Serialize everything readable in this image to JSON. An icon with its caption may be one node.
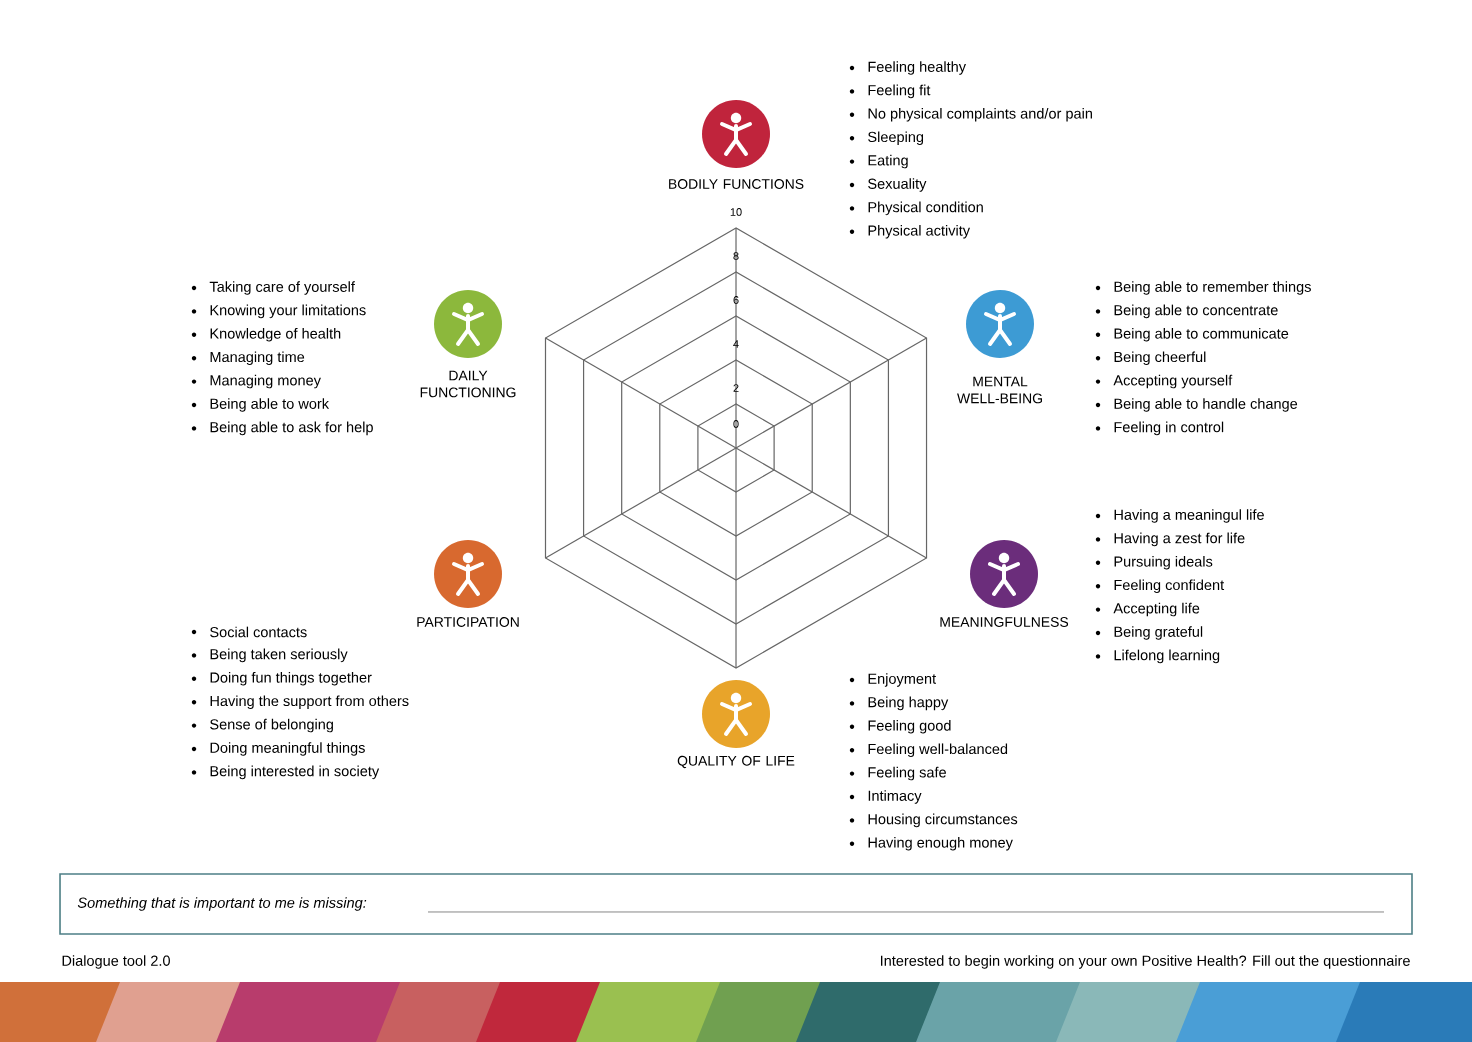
{
  "diagram": {
    "nodes": [
      {
        "text": [
          "BODILY FUNCTIONS"
        ],
        "beside": [
          "Feeling healthy",
          "Feeling fit",
          "No physical complaints and/or pain",
          "Sleeping",
          "Eating",
          "Sexuality",
          "Physical condition",
          "Physical activity"
        ]
      },
      {
        "text": [
          "MENTAL WELL-BEING"
        ],
        "beside": [
          "Being able to remember things",
          "Being able to concentrate",
          "Being able to communicate",
          "Being cheerful",
          "Accepting yourself",
          "Being able to handle change",
          "Feeling in control"
        ]
      },
      {
        "text": [
          "MEANINGFULNESS"
        ],
        "beside": [
          "Having a meaningul life",
          "Having a zest for life",
          "Pursuing ideals",
          "Feeling confident",
          "Accepting life",
          "Being grateful",
          "Lifelong learning"
        ]
      },
      {
        "text": [
          "QUALITY OF LIFE"
        ],
        "beside": [
          "Enjoyment",
          "Being happy",
          "Feeling good",
          "Feeling well-balanced",
          "Feeling safe",
          "Intimacy",
          "Housing circumstances",
          "Having enough money"
        ]
      },
      {
        "text": [
          "PARTICIPATION"
        ],
        "beside": [
          "Social contacts",
          "Being taken seriously",
          "Doing fun things together",
          "Having the support from others",
          "Sense of belonging",
          "Doing meaningful things",
          "Being interested in society"
        ]
      },
      {
        "text": [
          "DAILY FUNCTIONING"
        ],
        "beside": [
          "Taking care of yourself",
          "Knowing your limitations",
          "Knowledge of health",
          "Managing time",
          "Managing money",
          "Being able to work",
          "Being able to ask for help"
        ]
      },
      {
        "text": [
          "Something that is important to me is missing:"
        ]
      }
    ],
    "labels": [
      "10",
      "8",
      "6",
      "4",
      "2",
      "0",
      "Dialogue tool 2.0",
      "Interested to begin working on your own Positive Health? Fill out the questionnaire"
    ]
  }
}
